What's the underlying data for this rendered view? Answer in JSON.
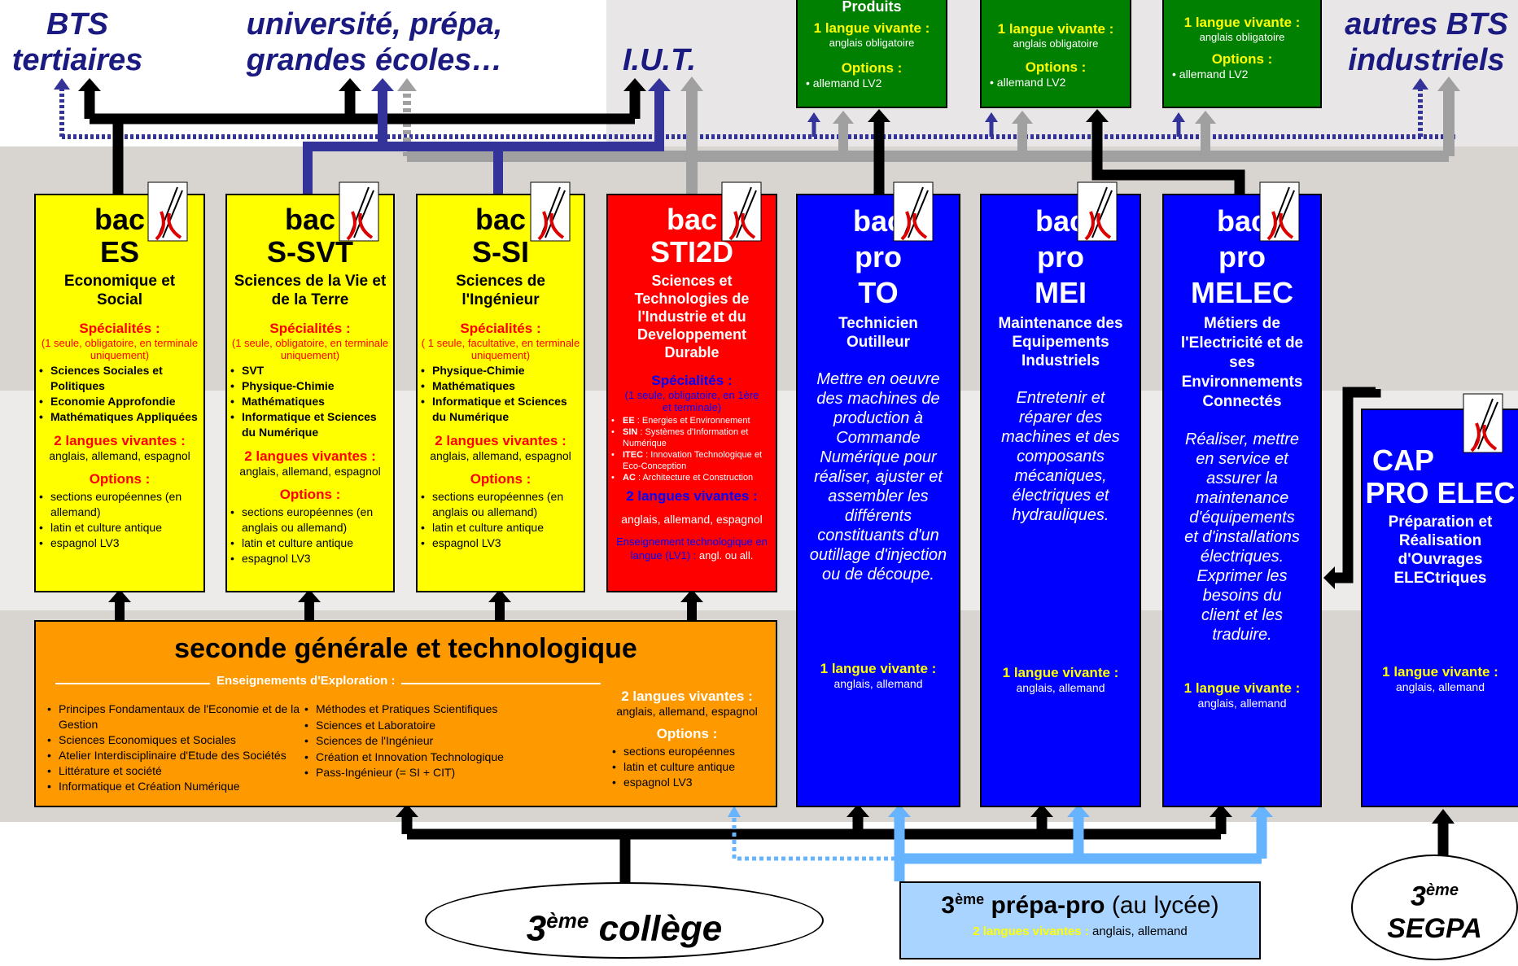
{
  "top_labels": {
    "bts_tertiaires": [
      "BTS",
      "tertiaires"
    ],
    "universite": [
      "université, prépa,",
      "grandes écoles…"
    ],
    "iut": "I.U.T.",
    "autres_bts": [
      "autres BTS",
      "industriels"
    ]
  },
  "green_boxes": [
    {
      "title": "Produits",
      "lv_head": "1 langue vivante :",
      "lv_text": "anglais obligatoire",
      "opt_head": "Options :",
      "opt_item": "allemand LV2"
    },
    {
      "title": "",
      "lv_head": "1 langue vivante :",
      "lv_text": "anglais obligatoire",
      "opt_head": "Options :",
      "opt_item": "allemand LV2"
    },
    {
      "title": "",
      "lv_head": "1 langue vivante :",
      "lv_text": "anglais obligatoire",
      "opt_head": "Options :",
      "opt_item": "allemand LV2"
    }
  ],
  "bac_es": {
    "title1": "bac",
    "title2": "ES",
    "subtitle": "Economique et Social",
    "spec_head": "Spécialités :",
    "spec_note": "(1 seule, obligatoire, en terminale uniquement)",
    "spec_items": [
      "Sciences Sociales et Politiques",
      "Economie Approfondie",
      "Mathématiques Appliquées"
    ],
    "lv_head": "2 langues vivantes :",
    "lv_text": "anglais, allemand, espagnol",
    "opt_head": "Options :",
    "opt_items": [
      "sections européennes (en allemand)",
      "latin et culture antique",
      "espagnol LV3"
    ]
  },
  "bac_ssvt": {
    "title1": "bac",
    "title2": "S-SVT",
    "subtitle": "Sciences de la Vie et de la Terre",
    "spec_head": "Spécialités :",
    "spec_note": "(1 seule, obligatoire, en terminale uniquement)",
    "spec_items": [
      "SVT",
      "Physique-Chimie",
      "Mathématiques",
      "Informatique et Sciences du Numérique"
    ],
    "lv_head": "2 langues vivantes :",
    "lv_text": "anglais, allemand, espagnol",
    "opt_head": "Options :",
    "opt_items": [
      "sections européennes (en anglais ou allemand)",
      "latin et culture antique",
      "espagnol LV3"
    ]
  },
  "bac_ssi": {
    "title1": "bac",
    "title2": "S-SI",
    "subtitle": "Sciences de l'Ingénieur",
    "spec_head": "Spécialités :",
    "spec_note": "( 1 seule, facultative, en terminale uniquement)",
    "spec_items": [
      "Physique-Chimie",
      "Mathématiques",
      "Informatique et Sciences du Numérique"
    ],
    "lv_head": "2 langues vivantes :",
    "lv_text": "anglais, allemand, espagnol",
    "opt_head": "Options :",
    "opt_items": [
      "sections européennes (en anglais ou allemand)",
      "latin et culture antique",
      "espagnol LV3"
    ]
  },
  "bac_sti2d": {
    "title1": "bac",
    "title2": "STI2D",
    "subtitle": "Sciences et Technologies de l'Industrie et du Developpement Durable",
    "spec_head": "Spécialités :",
    "spec_note": "(1 seule, obligatoire, en 1ère et terminale)",
    "spec_items": [
      {
        "code": "EE",
        "text": " : Energies et Environnement"
      },
      {
        "code": "SIN",
        "text": " : Systèmes d'Information et Numérique"
      },
      {
        "code": "ITEC",
        "text": " : Innovation Technologique et Eco-Conception"
      },
      {
        "code": "AC",
        "text": " : Architecture et Construction"
      }
    ],
    "lv_head": "2 langues vivantes :",
    "lv_text": "anglais, allemand, espagnol",
    "etlv": "Enseignement technologique en langue (LV1) :",
    "etlv_val": " angl. ou all."
  },
  "bac_pro_to": {
    "title1": "bac",
    "title2": "pro",
    "title3": "TO",
    "subtitle": "Technicien Outilleur",
    "desc": "Mettre en oeuvre des machines de production à Commande Numérique pour réaliser, ajuster et assembler les différents constituants d'un outillage d'injection ou de découpe.",
    "lv_head": "1 langue vivante :",
    "lv_text": "anglais, allemand"
  },
  "bac_pro_mei": {
    "title1": "bac",
    "title2": "pro",
    "title3": "MEI",
    "subtitle": "Maintenance des Equipements Industriels",
    "desc": "Entretenir et réparer des machines et des composants mécaniques, électriques et hydrauliques.",
    "lv_head": "1 langue vivante :",
    "lv_text": "anglais, allemand"
  },
  "bac_pro_melec": {
    "title1": "bac",
    "title2": "pro",
    "title3": "MELEC",
    "subtitle": "Métiers de l'Electricité et de ses Environnements Connectés",
    "desc": "Réaliser, mettre en service et assurer la maintenance d'équipements et d'installations électriques. Exprimer les besoins du client et les traduire.",
    "lv_head": "1 langue vivante :",
    "lv_text": "anglais, allemand"
  },
  "cap_pro_elec": {
    "title1": "CAP",
    "title2": "PRO ELEC",
    "subtitle": "Préparation et Réalisation d'Ouvrages ELECtriques",
    "lv_head": "1 langue vivante :",
    "lv_text": "anglais, allemand"
  },
  "seconde": {
    "title": "seconde générale et technologique",
    "explo_head": "Enseignements d'Exploration :",
    "col1": [
      "Principes Fondamentaux de l'Economie et de la Gestion",
      "Sciences Economiques et Sociales",
      "Atelier Interdisciplinaire d'Etude des Sociétés",
      "Littérature et société",
      "Informatique et Création Numérique"
    ],
    "col2": [
      "Méthodes et Pratiques Scientifiques",
      "Sciences et Laboratoire",
      "Sciences de l'Ingénieur",
      "Création et Innovation Technologique",
      "Pass-Ingénieur (= SI + CIT)"
    ],
    "lv_head": "2 langues vivantes :",
    "lv_text": "anglais, allemand, espagnol",
    "opt_head": "Options :",
    "opt_items": [
      "sections européennes",
      "latin et culture antique",
      "espagnol LV3"
    ]
  },
  "college": {
    "num": "3",
    "sup": "ème",
    "word": "collège"
  },
  "prepa_pro": {
    "num": "3",
    "sup": "ème",
    "word": "prépa-pro",
    "extra": " (au lycée)",
    "lv_head": "2 langues vivantes :",
    "lv_text": " anglais, allemand"
  },
  "segpa": {
    "num": "3",
    "sup": "ème",
    "word": "SEGPA"
  },
  "colors": {
    "yellow": "#ffff00",
    "red": "#ff0000",
    "blue": "#0000ff",
    "green": "#008000",
    "orange": "#ff9900",
    "navy": "#1a1a80",
    "steel": "#333399",
    "grey": "#a0a0a0",
    "lightblue": "#66b3ff"
  }
}
